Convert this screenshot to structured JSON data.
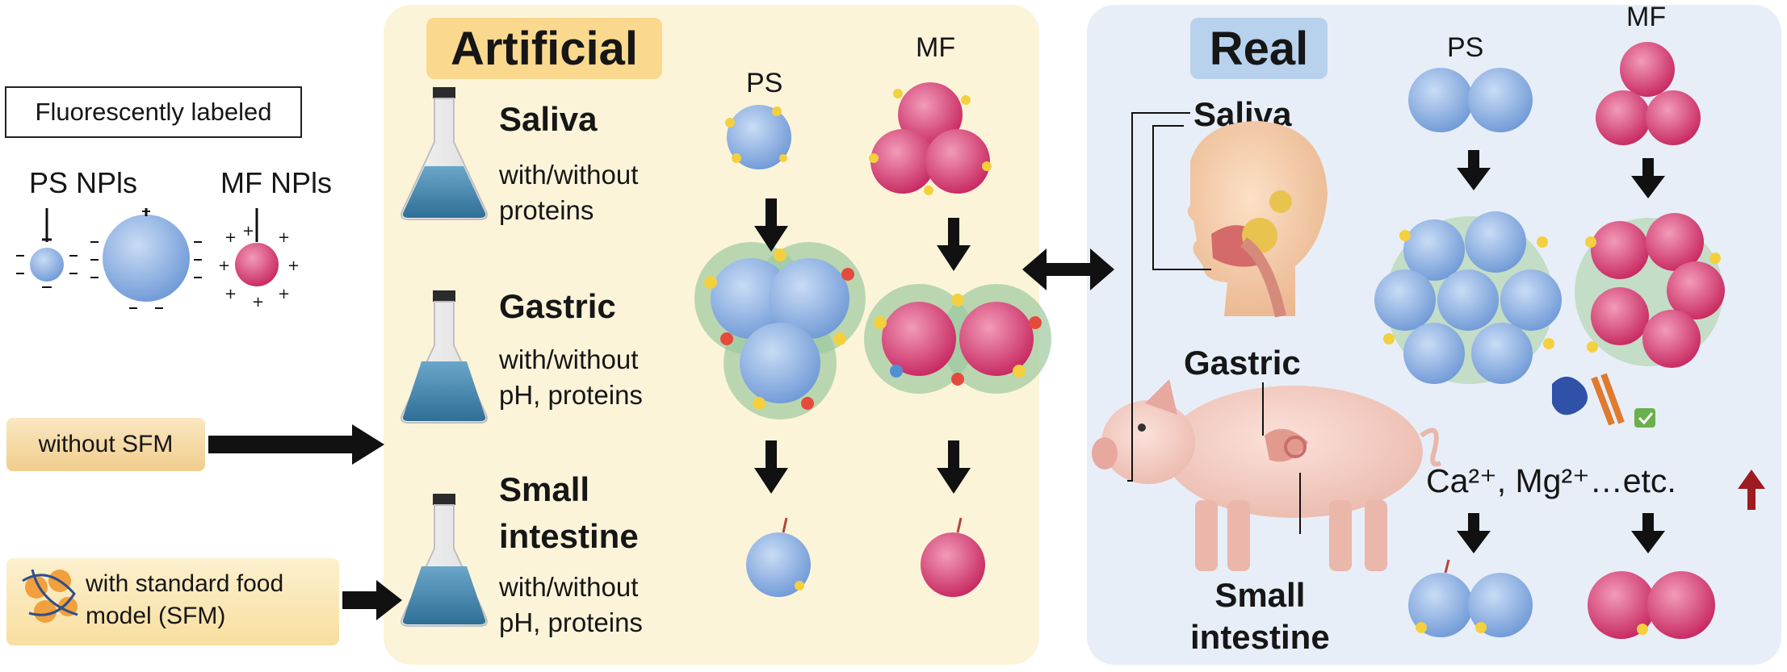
{
  "left": {
    "fluorescent_label": "Fluorescently labeled",
    "ps_npls": "PS NPls",
    "mf_npls": "MF NPls",
    "without_sfm": "without SFM",
    "with_sfm_line1": "with standard food",
    "with_sfm_line2": "model (SFM)"
  },
  "artificial": {
    "title": "Artificial",
    "col_ps": "PS",
    "col_mf": "MF",
    "saliva": "Saliva",
    "saliva_desc1": "with/without",
    "saliva_desc2": "proteins",
    "gastric": "Gastric",
    "gastric_desc1": "with/without",
    "gastric_desc2": "pH, proteins",
    "small1": "Small",
    "small2": "intestine",
    "small_desc1": "with/without",
    "small_desc2": "pH, proteins"
  },
  "real": {
    "title": "Real",
    "col_ps": "PS",
    "col_mf": "MF",
    "saliva": "Saliva",
    "gastric": "Gastric",
    "small1": "Small",
    "small2": "intestine",
    "ions": "Ca²⁺, Mg²⁺…etc."
  },
  "colors": {
    "artificial_bg": "#fcf4d9",
    "artificial_tag": "#fad98e",
    "real_bg": "#e7eef8",
    "real_tag": "#b8d2ee",
    "ps_particle": "#8eb4e6",
    "mf_particle": "#dd4b7d",
    "arrow": "#111111",
    "up_arrow": "#9e1b1f"
  }
}
